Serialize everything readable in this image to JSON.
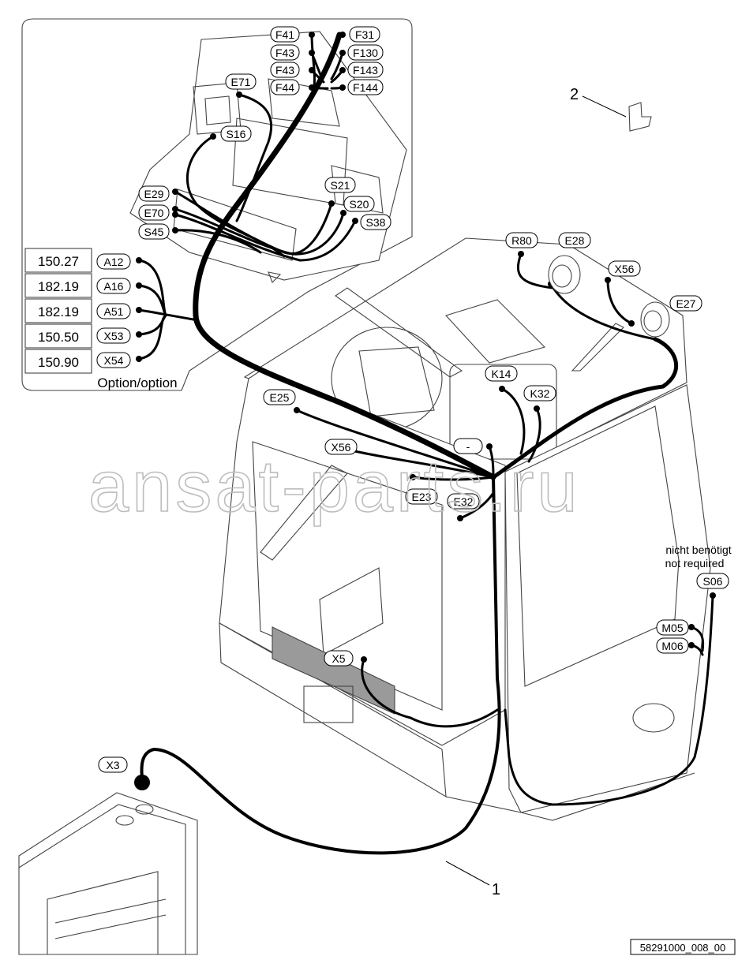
{
  "watermark": "ansat-parts.ru",
  "drawing_number": "58291000_008_00",
  "item_numbers": {
    "harness": "1",
    "clip": "2"
  },
  "option_label": "Option/option",
  "note_de": "nicht benötigt",
  "note_en": "not required",
  "option_table": [
    {
      "code": "150.27",
      "connector": "A12"
    },
    {
      "code": "182.19",
      "connector": "A16"
    },
    {
      "code": "182.19",
      "connector": "A51"
    },
    {
      "code": "150.50",
      "connector": "X53"
    },
    {
      "code": "150.90",
      "connector": "X54"
    }
  ],
  "connectors": {
    "F41": "F41",
    "F43a": "F43",
    "F43b": "F43",
    "F44": "F44",
    "F31": "F31",
    "F130": "F130",
    "F143": "F143",
    "F144": "F144",
    "E71": "E71",
    "S16": "S16",
    "S21": "S21",
    "S20": "S20",
    "S38": "S38",
    "E29": "E29",
    "E70": "E70",
    "S45": "S45",
    "R80": "R80",
    "E28": "E28",
    "X56a": "X56",
    "E27": "E27",
    "K14": "K14",
    "K32": "K32",
    "dash": "-",
    "E25": "E25",
    "X56b": "X56",
    "E23": "E23",
    "E32": "E32",
    "X5": "X5",
    "S06": "S06",
    "M05": "M05",
    "M06": "M06",
    "X3": "X3"
  }
}
